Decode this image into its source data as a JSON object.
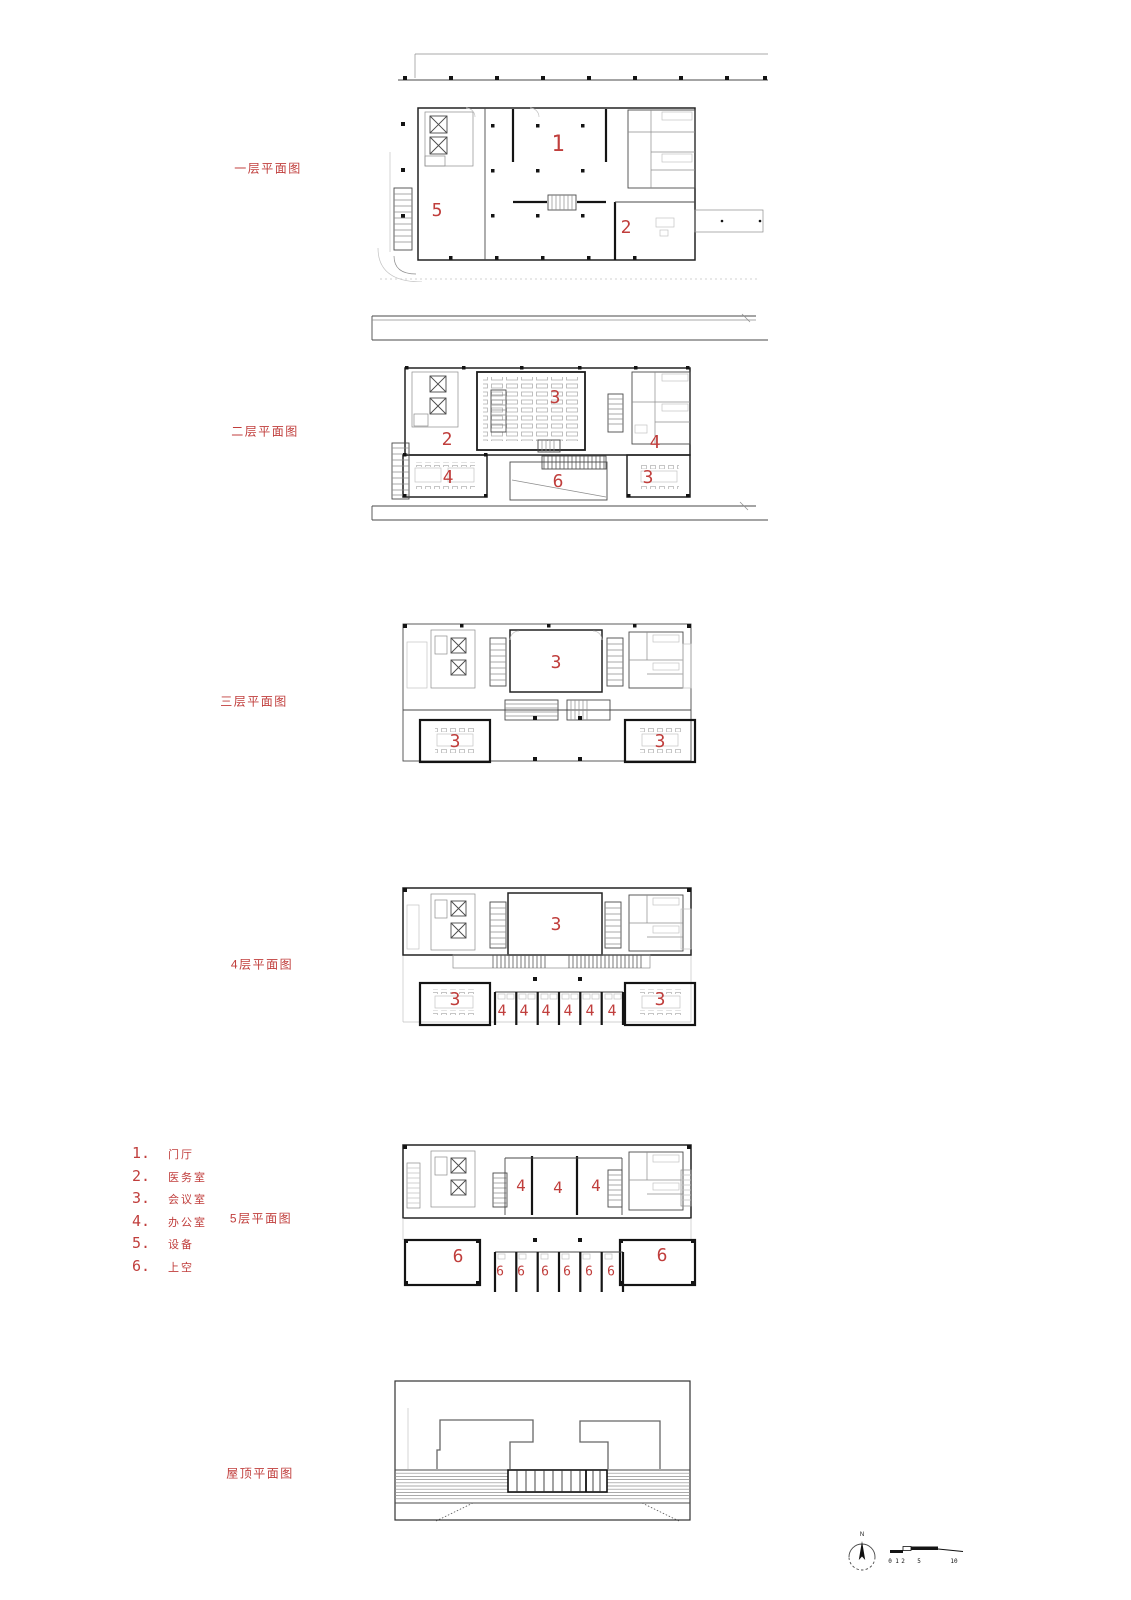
{
  "sheet": {
    "background": "#ffffff",
    "line_color": "#2a2a2a",
    "accent_red": "#c03e3c"
  },
  "legend": {
    "items": [
      {
        "num": "1.",
        "label": "门厅"
      },
      {
        "num": "2.",
        "label": "医务室"
      },
      {
        "num": "3.",
        "label": "会议室"
      },
      {
        "num": "4.",
        "label": "办公室"
      },
      {
        "num": "5.",
        "label": "设备"
      },
      {
        "num": "6.",
        "label": "上空"
      }
    ]
  },
  "plans": [
    {
      "id": "floor-1",
      "title": "一层平面图",
      "rooms": [
        "1",
        "5",
        "2"
      ]
    },
    {
      "id": "floor-2",
      "title": "二层平面图",
      "rooms": [
        "3",
        "2",
        "4",
        "4",
        "6",
        "3"
      ]
    },
    {
      "id": "floor-3",
      "title": "三层平面图",
      "rooms": [
        "3",
        "3",
        "3"
      ]
    },
    {
      "id": "floor-4",
      "title": "4层平面图",
      "rooms": [
        "3",
        "3",
        "4",
        "4",
        "4",
        "4",
        "4",
        "4",
        "3"
      ]
    },
    {
      "id": "floor-5",
      "title": "5层平面图",
      "rooms": [
        "4",
        "4",
        "4",
        "6",
        "6",
        "6",
        "6",
        "6",
        "6",
        "6",
        "6"
      ]
    },
    {
      "id": "roof",
      "title": "屋顶平面图",
      "rooms": []
    }
  ],
  "compass": {
    "north_label": "N",
    "scale_ticks": [
      "0",
      "1",
      "2",
      "5",
      "10"
    ]
  }
}
